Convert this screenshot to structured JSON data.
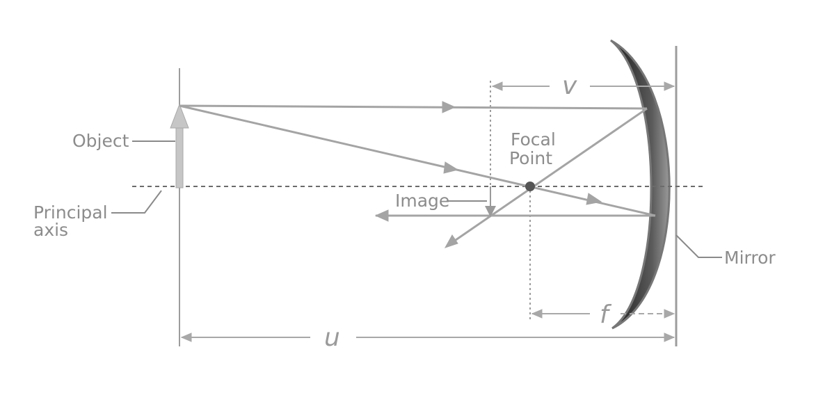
{
  "labels": {
    "object": "Object",
    "principal_axis_line1": "Principal",
    "principal_axis_line2": "axis",
    "image": "Image",
    "focal_point_line1": "Focal",
    "focal_point_line2": "Point",
    "mirror": "Mirror",
    "v": "v",
    "f": "f",
    "u": "u"
  }
}
